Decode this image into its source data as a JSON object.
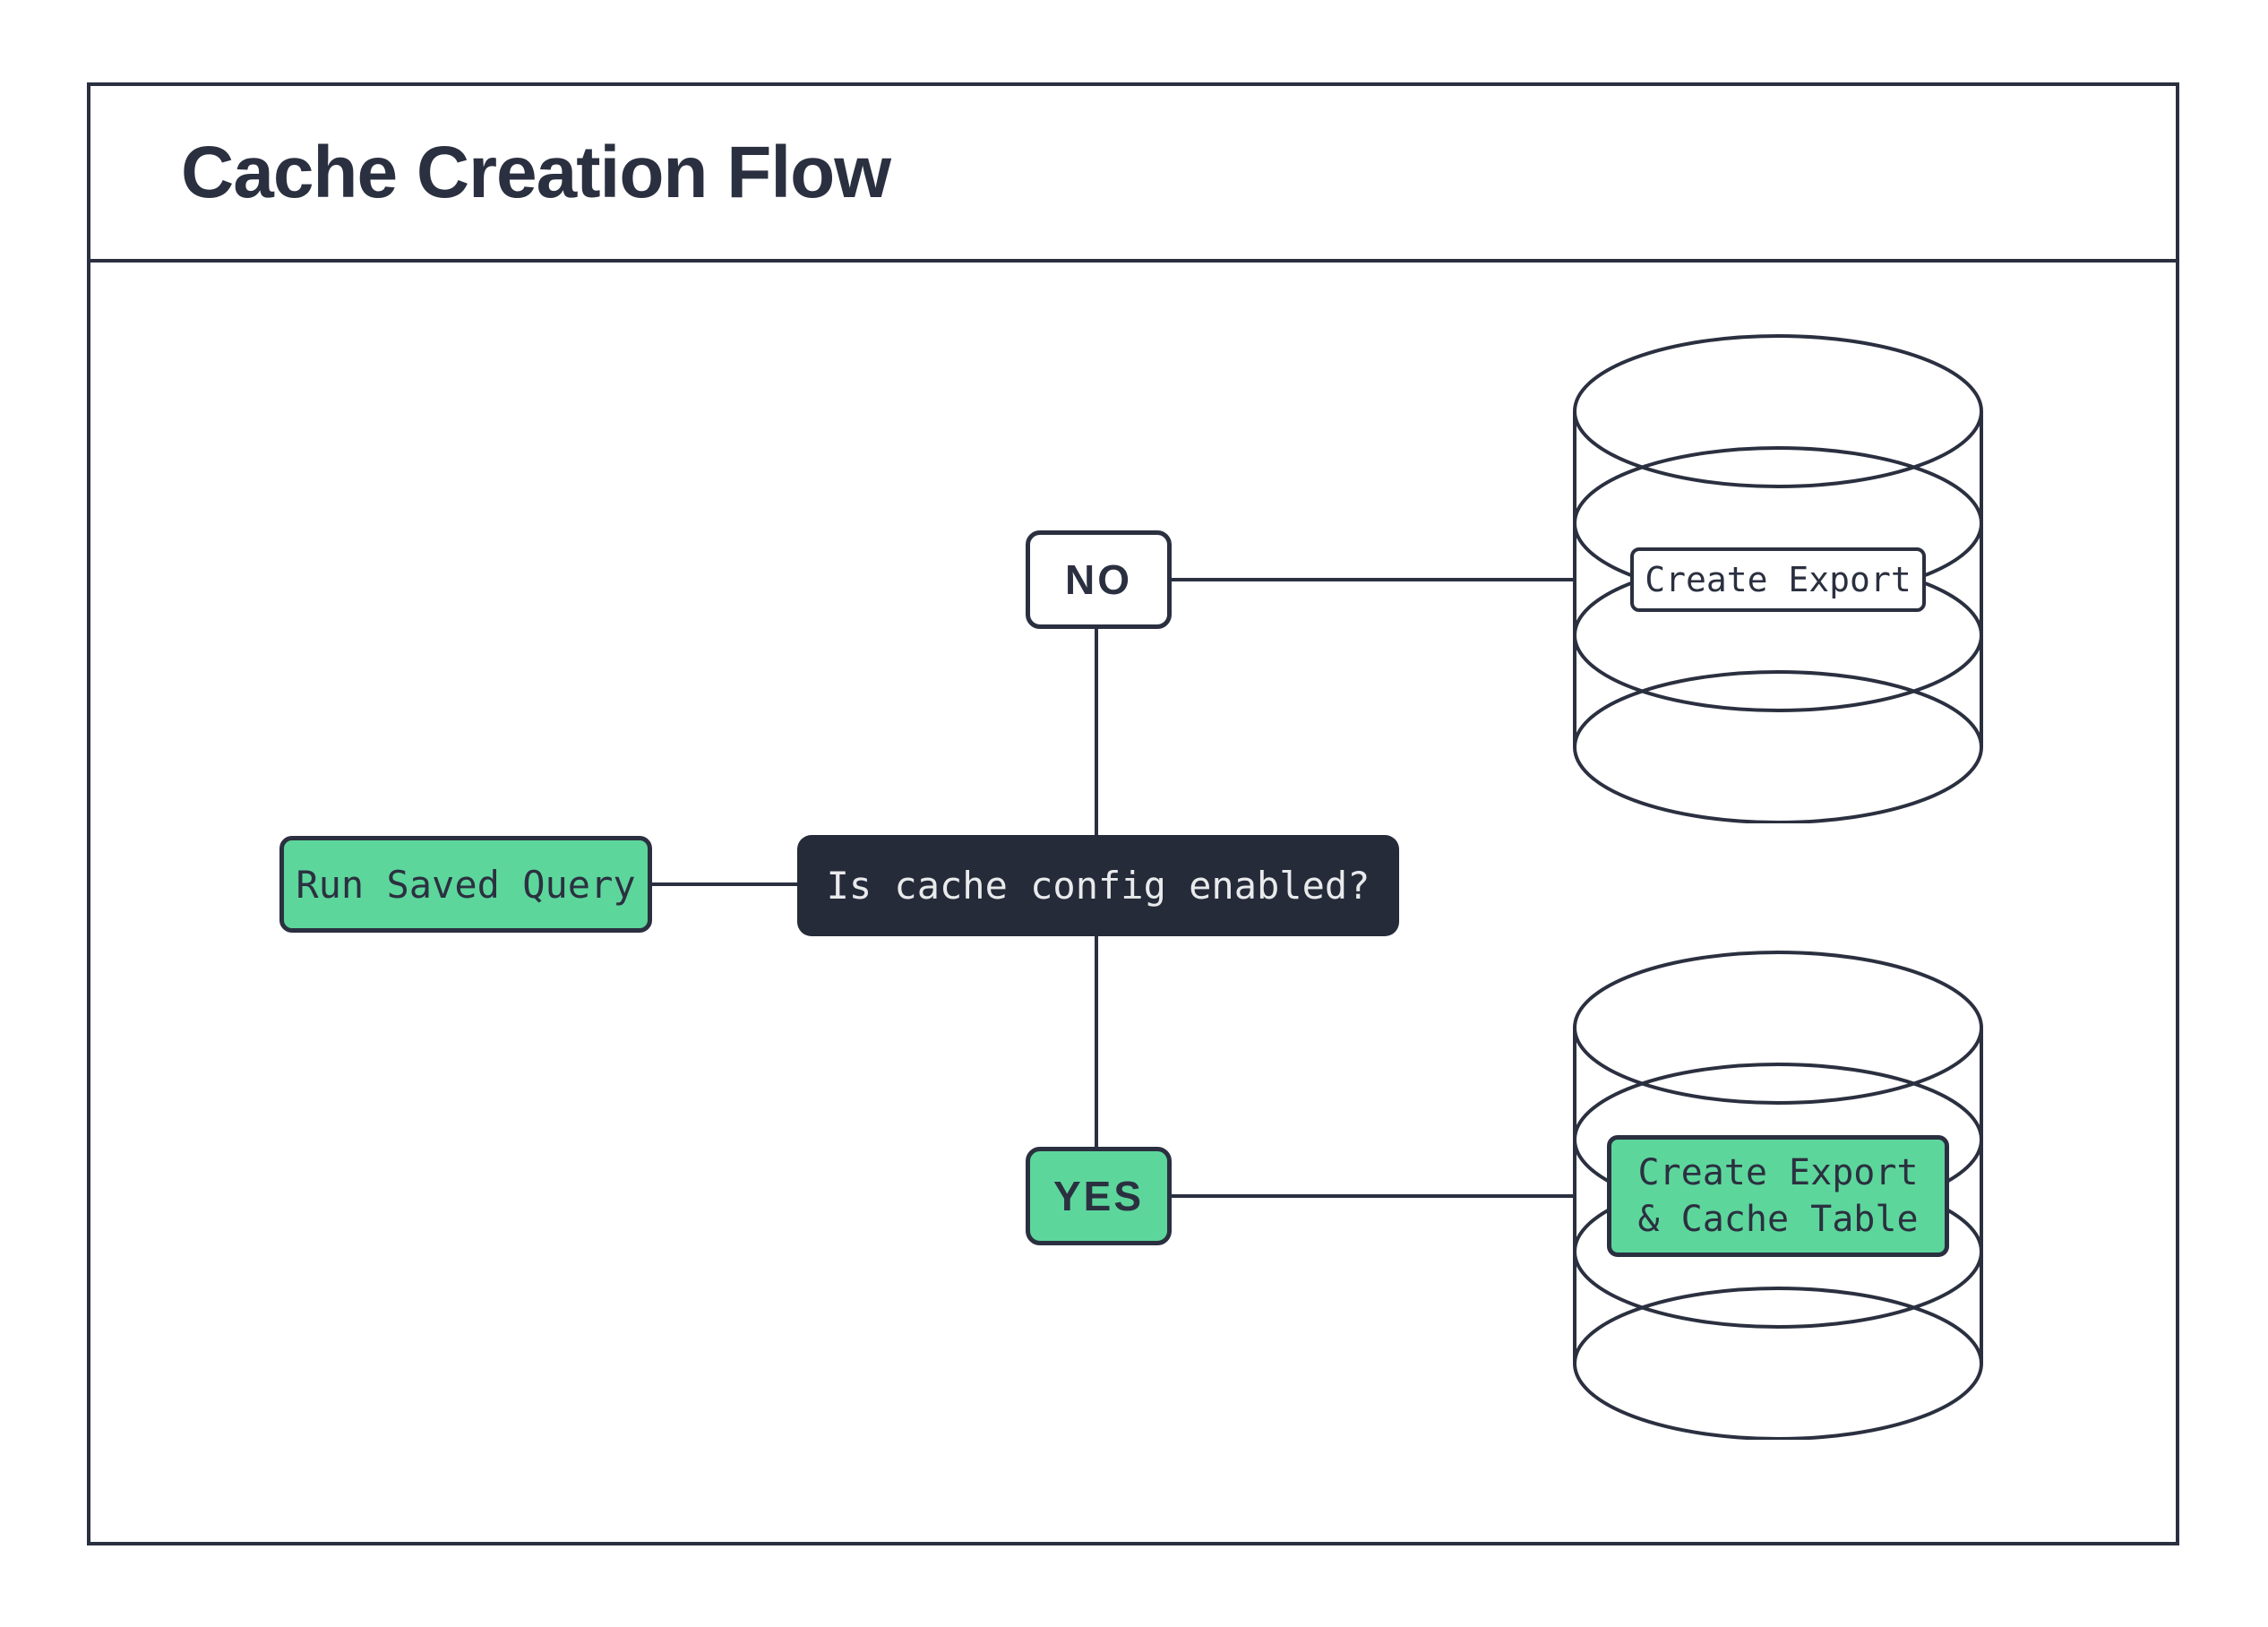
{
  "title": "Cache Creation Flow",
  "colors": {
    "ink": "#2b3040",
    "green": "#5dd69b",
    "decision_fill": "#262b39",
    "decision_text": "#e9eaec",
    "background": "#ffffff"
  },
  "nodes": {
    "start": {
      "label": "Run Saved Query"
    },
    "decision": {
      "label": "Is cache config enabled?"
    },
    "no_branch": {
      "label": "NO"
    },
    "yes_branch": {
      "label": "YES"
    },
    "no_result": {
      "label": "Create Export"
    },
    "yes_result": {
      "line1": "Create Export",
      "line2": "& Cache Table"
    }
  },
  "icons": {
    "no_database": "database-cylinder",
    "yes_database": "database-cylinder"
  }
}
